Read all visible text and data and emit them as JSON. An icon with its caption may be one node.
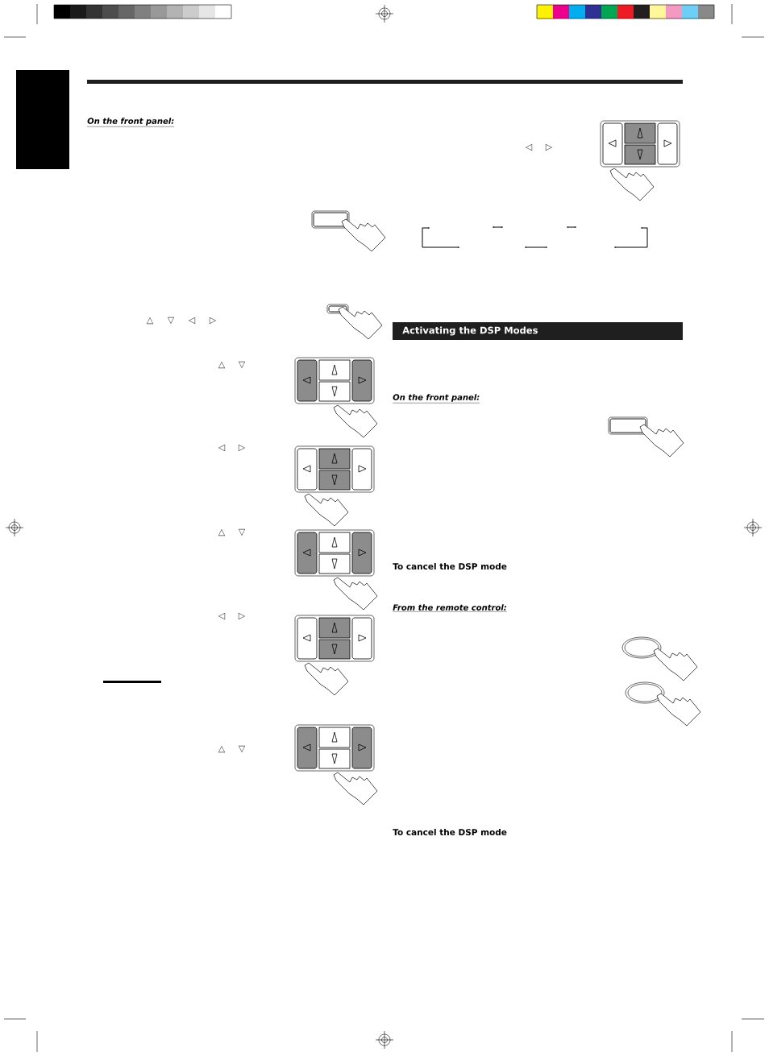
{
  "diagram": {
    "nodes": [
      {
        "text": [
          "Activating the DSP Modes"
        ]
      }
    ],
    "labels": [
      "On the front panel:",
      "◁",
      "▷",
      "△",
      "▽",
      "◁",
      "▷",
      "△",
      "▽",
      "On the front panel:",
      "◁",
      "▷",
      "△",
      "▽",
      "To cancel the DSP mode",
      "From the remote control:",
      "◁",
      "▷",
      "△",
      "▽",
      "To cancel the DSP mode"
    ]
  }
}
